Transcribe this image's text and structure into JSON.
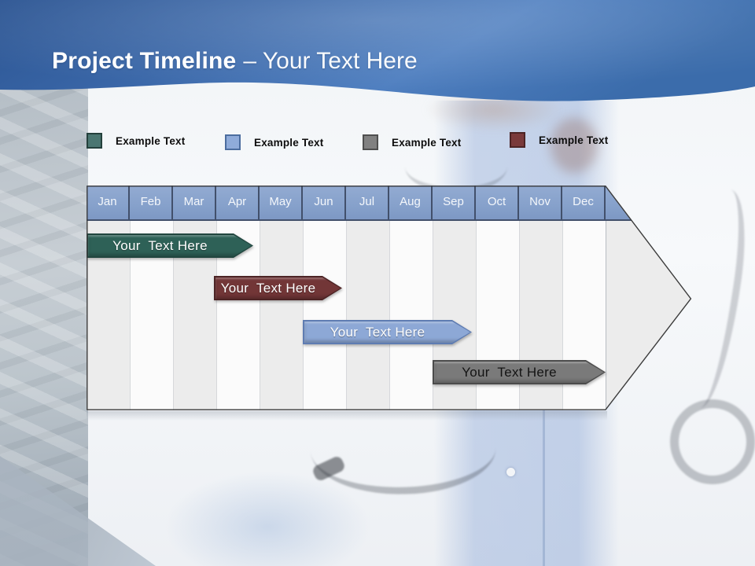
{
  "slide": {
    "title": {
      "bold": "Project Timeline",
      "light": "– Your Text Here"
    },
    "header_colors": {
      "left": "#2b5492",
      "center": "#3a67a8",
      "right": "#4f7fc0"
    }
  },
  "legend": {
    "items": [
      {
        "label": "Example Text",
        "swatch_color": "#4b7671"
      },
      {
        "label": "Example Text",
        "swatch_color": "#8fabda"
      },
      {
        "label": "Example Text",
        "swatch_color": "#818181"
      },
      {
        "label": "Example Text",
        "swatch_color": "#7a3a3b"
      }
    ]
  },
  "timeline": {
    "months": [
      "Jan",
      "Feb",
      "Mar",
      "Apr",
      "May",
      "Jun",
      "Jul",
      "Aug",
      "Sep",
      "Oct",
      "Nov",
      "Dec"
    ],
    "header_fill": "#8aa4cd",
    "bars": [
      {
        "label": "Your  Text Here",
        "color": "#2e6157",
        "start_month": "Jan",
        "end_month": "Apr"
      },
      {
        "label": "Your  Text Here",
        "color": "#723637",
        "start_month": "Apr",
        "end_month": "Jun"
      },
      {
        "label": "Your  Text Here",
        "color": "#8da8d6",
        "start_month": "Jun",
        "end_month": "Sep"
      },
      {
        "label": "Your  Text Here",
        "color": "#7a7a7a",
        "start_month": "Sep",
        "end_month": "Dec"
      }
    ]
  }
}
